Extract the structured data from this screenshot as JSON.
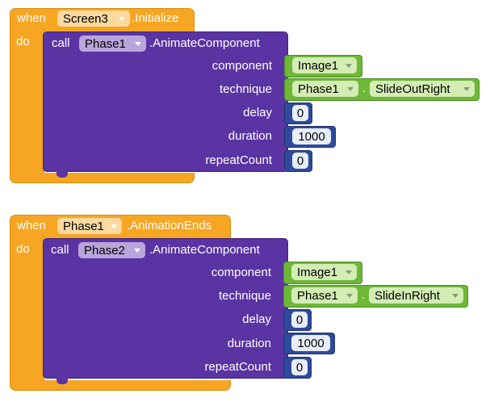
{
  "blocks": [
    {
      "when_label": "when",
      "do_label": "do",
      "event_component": "Screen3",
      "event_name": ".Initialize",
      "call_label": "call",
      "call_component": "Phase1",
      "method": ".AnimateComponent",
      "params": {
        "component_label": "component",
        "component_value": "Image1",
        "technique_label": "technique",
        "technique_component": "Phase1",
        "technique_dot": ".",
        "technique_value": "SlideOutRight",
        "delay_label": "delay",
        "delay_value": "0",
        "duration_label": "duration",
        "duration_value": "1000",
        "repeat_label": "repeatCount",
        "repeat_value": "0"
      }
    },
    {
      "when_label": "when",
      "do_label": "do",
      "event_component": "Phase1",
      "event_name": ".AnimationEnds",
      "call_label": "call",
      "call_component": "Phase2",
      "method": ".AnimateComponent",
      "params": {
        "component_label": "component",
        "component_value": "Image1",
        "technique_label": "technique",
        "technique_component": "Phase1",
        "technique_dot": ".",
        "technique_value": "SlideInRight",
        "delay_label": "delay",
        "delay_value": "0",
        "duration_label": "duration",
        "duration_value": "1000",
        "repeat_label": "repeatCount",
        "repeat_value": "0"
      }
    }
  ],
  "colors": {
    "event": "#f6a623",
    "call": "#5a34a2",
    "component_block": "#6eb737",
    "number_block": "#2f4a9c"
  }
}
